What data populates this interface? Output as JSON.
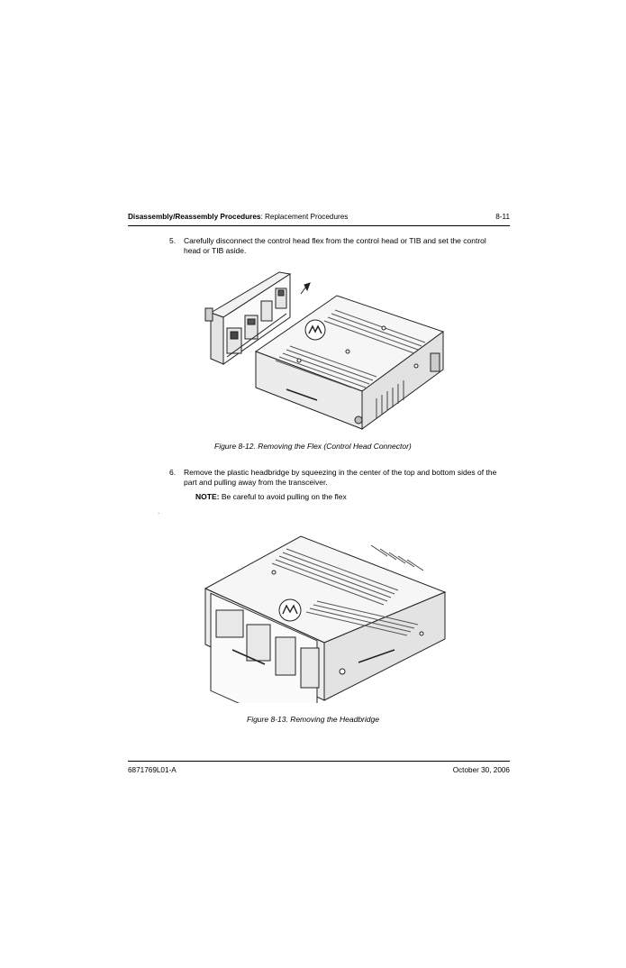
{
  "header": {
    "section_bold": "Disassembly/Reassembly Procedures",
    "section_rest": ": Replacement Procedures",
    "page_number": "8-11"
  },
  "steps": [
    {
      "number": "5.",
      "text_line1": "Carefully disconnect the control head flex from the control head or TIB and set the control",
      "text_line2": "head or TIB aside."
    },
    {
      "number": "6.",
      "text_line1": "Remove the plastic headbridge by squeezing in the center of the top and bottom sides of the",
      "text_line2": "part and pulling away from the transceiver."
    }
  ],
  "note": {
    "label": "NOTE:",
    "text": " Be careful to avoid pulling on the flex"
  },
  "stray_mark": ".",
  "figures": [
    {
      "caption": "Figure 8-12.  Removing the Flex (Control Head Connector)"
    },
    {
      "caption": "Figure 8-13.  Removing the Headbridge"
    }
  ],
  "footer": {
    "doc_number": "6871769L01-A",
    "date": "October 30, 2006"
  }
}
